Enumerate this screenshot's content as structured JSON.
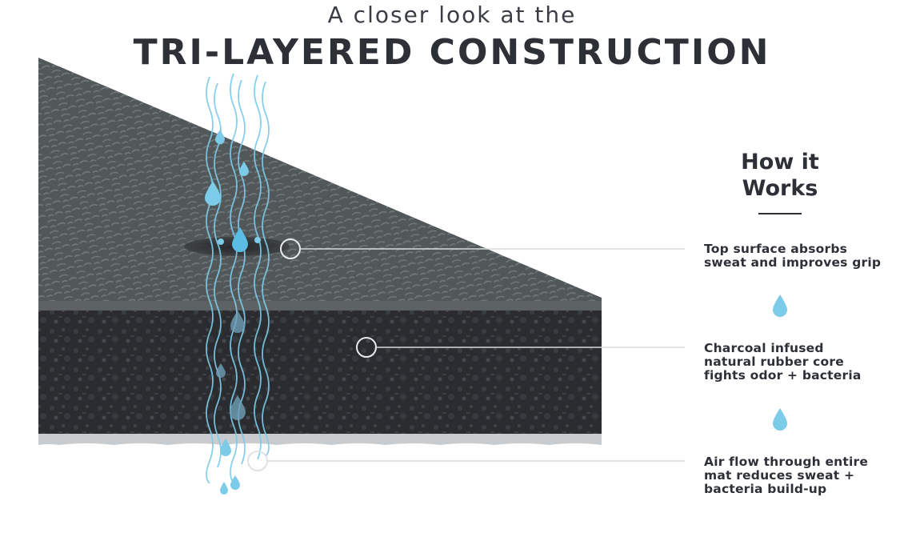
{
  "header": {
    "subtitle": "A closer look at the",
    "title": "TRI-LAYERED CONSTRUCTION"
  },
  "how_it_works": {
    "heading_line1": "How it",
    "heading_line2": "Works"
  },
  "callouts": [
    {
      "lines": [
        "Top surface absorbs",
        "sweat and improves grip"
      ]
    },
    {
      "lines": [
        "Charcoal infused",
        "natural rubber core",
        "fights odor + bacteria"
      ]
    },
    {
      "lines": [
        "Air flow through entire",
        "mat reduces sweat +",
        "bacteria build-up"
      ]
    }
  ],
  "icons": {
    "separator": "water-drop-icon"
  },
  "colors": {
    "top_surface": "#52585a",
    "top_texture": "#6c7375",
    "core": "#2a2c30",
    "core_texture": "#3f4247",
    "bottom": "#c9ccce",
    "water": "#7ccbe9",
    "water_dark": "#3fa6d3",
    "text": "#2e3038"
  }
}
